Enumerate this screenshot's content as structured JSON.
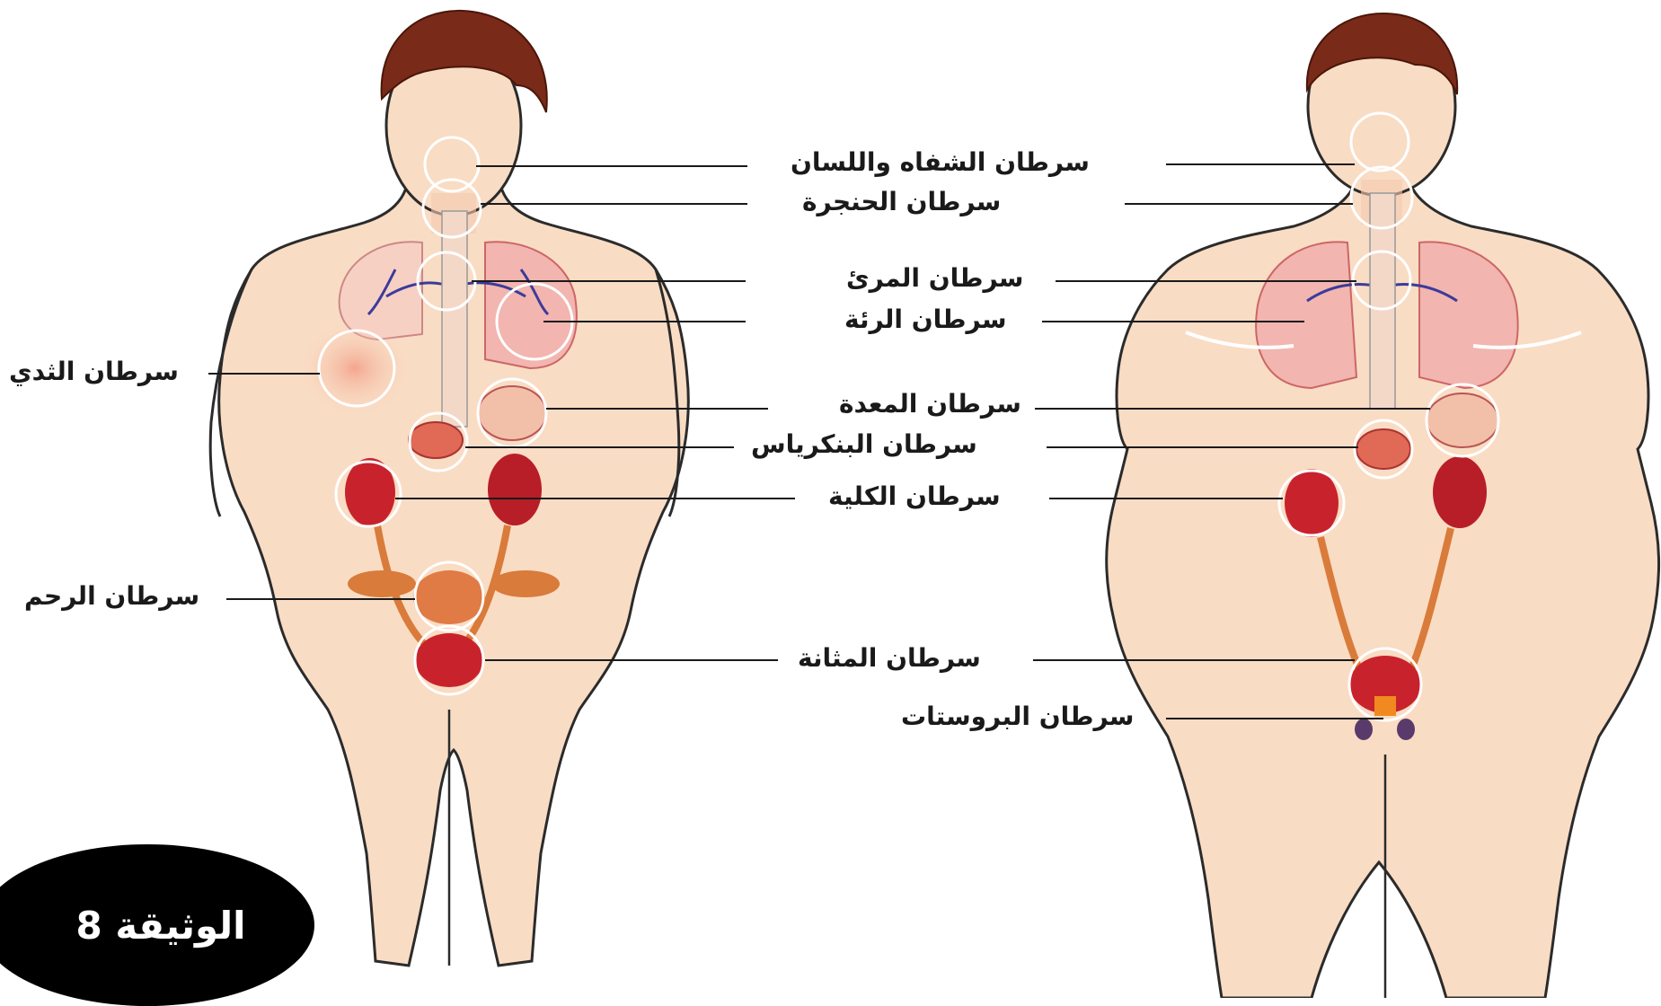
{
  "document_badge": "الوثيقة 8",
  "labels": {
    "lip_tongue": "سرطان الشفاه واللسان",
    "larynx": "سرطان الحنجرة",
    "esophagus": "سرطان المرئ",
    "lung": "سرطان الرئة",
    "stomach": "سرطان المعدة",
    "pancreas": "سرطان البنكرياس",
    "kidney": "سرطان الكلية",
    "bladder": "سرطان المثانة",
    "prostate": "سرطان البروستات",
    "breast": "سرطان الثدي",
    "uterus": "سرطان الرحم"
  },
  "colors": {
    "skin": "#f9dcc4",
    "outline": "#2b2b2b",
    "hair": "#7a2a18",
    "organ_red": "#c8232c",
    "lung_pink": "#f2b5b0",
    "vessel_blue": "#3b3b9a",
    "ureter_orange": "#d97b3a",
    "badge_bg": "#000000",
    "badge_text": "#ffffff"
  }
}
